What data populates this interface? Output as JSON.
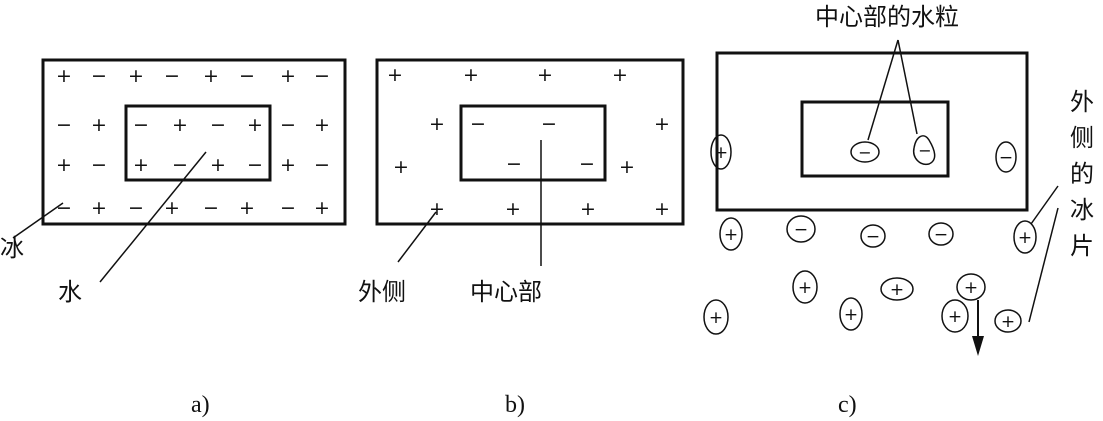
{
  "panel_a": {
    "caption": "a)",
    "label_ice": "冰",
    "label_water": "水",
    "signs_outer": [
      [
        "+",
        "−",
        "+",
        "−",
        "+",
        "−",
        "+",
        "−"
      ],
      [
        "−",
        "+",
        "",
        "",
        "",
        "",
        "−",
        "+"
      ],
      [
        "+",
        "−",
        "",
        "",
        "",
        "",
        "+",
        "−"
      ],
      [
        "−",
        "+",
        "−",
        "+",
        "−",
        "+",
        "−",
        "+"
      ]
    ],
    "signs_inner": [
      [
        "−",
        "+",
        "−",
        "+"
      ],
      [
        "+",
        "−",
        "+",
        "−"
      ]
    ]
  },
  "panel_b": {
    "caption": "b)",
    "label_outer": "外侧",
    "label_center": "中心部",
    "sign_plus": "+",
    "sign_minus": "−"
  },
  "panel_c": {
    "caption": "c)",
    "label_center_grains": "中心部的水粒",
    "label_outer_flakes": [
      "外",
      "侧",
      "的",
      "冰",
      "片"
    ],
    "sign_plus": "+",
    "sign_minus": "−"
  }
}
